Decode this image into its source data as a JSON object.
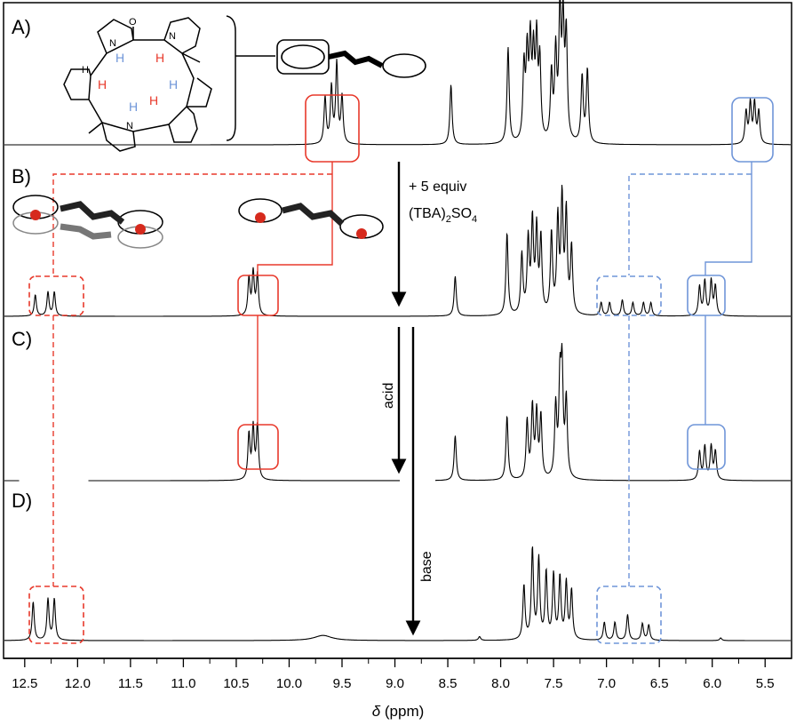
{
  "chart_data": {
    "type": "line",
    "x_axis": {
      "label_symbol": "δ",
      "label_unit": " (ppm)",
      "xlim": [
        12.7,
        5.25
      ],
      "reversed": true,
      "ticks": [
        "12.5",
        "12.0",
        "11.5",
        "11.0",
        "10.5",
        "10.0",
        "9.5",
        "9.0",
        "8.5",
        "8.0",
        "7.5",
        "7.0",
        "6.5",
        "6.0",
        "5.5"
      ],
      "tick_values": [
        12.5,
        12.0,
        11.5,
        11.0,
        10.5,
        10.0,
        9.5,
        9.0,
        8.5,
        8.0,
        7.5,
        7.0,
        6.5,
        6.0,
        5.5
      ]
    },
    "grid": false,
    "panels": [
      {
        "label": "A)",
        "peaks": [
          {
            "ppm": 9.66,
            "h": 0.35
          },
          {
            "ppm": 9.6,
            "h": 0.42
          },
          {
            "ppm": 9.55,
            "h": 0.6
          },
          {
            "ppm": 9.5,
            "h": 0.35
          },
          {
            "ppm": 8.47,
            "h": 0.45
          },
          {
            "ppm": 7.93,
            "h": 0.72
          },
          {
            "ppm": 7.78,
            "h": 0.55
          },
          {
            "ppm": 7.75,
            "h": 0.62
          },
          {
            "ppm": 7.72,
            "h": 0.7
          },
          {
            "ppm": 7.69,
            "h": 0.6
          },
          {
            "ppm": 7.66,
            "h": 0.72
          },
          {
            "ppm": 7.63,
            "h": 0.58
          },
          {
            "ppm": 7.52,
            "h": 0.5
          },
          {
            "ppm": 7.48,
            "h": 0.65
          },
          {
            "ppm": 7.44,
            "h": 0.95
          },
          {
            "ppm": 7.41,
            "h": 0.85
          },
          {
            "ppm": 7.38,
            "h": 0.78
          },
          {
            "ppm": 7.23,
            "h": 0.5
          },
          {
            "ppm": 7.18,
            "h": 0.55
          },
          {
            "ppm": 5.68,
            "h": 0.24
          },
          {
            "ppm": 5.64,
            "h": 0.3
          },
          {
            "ppm": 5.6,
            "h": 0.3
          },
          {
            "ppm": 5.56,
            "h": 0.24
          }
        ]
      },
      {
        "label": "B)",
        "annotation_line1": "+ 5 equiv",
        "annotation_line2_prefix": "(TBA)",
        "annotation_sub1": "2",
        "annotation_mid": "SO",
        "annotation_sub2": "4",
        "peaks": [
          {
            "ppm": 12.4,
            "h": 0.16
          },
          {
            "ppm": 12.28,
            "h": 0.18
          },
          {
            "ppm": 12.22,
            "h": 0.18
          },
          {
            "ppm": 10.38,
            "h": 0.28
          },
          {
            "ppm": 10.34,
            "h": 0.32
          },
          {
            "ppm": 10.3,
            "h": 0.3
          },
          {
            "ppm": 8.43,
            "h": 0.3
          },
          {
            "ppm": 7.94,
            "h": 0.62
          },
          {
            "ppm": 7.8,
            "h": 0.45
          },
          {
            "ppm": 7.74,
            "h": 0.55
          },
          {
            "ppm": 7.7,
            "h": 0.68
          },
          {
            "ppm": 7.66,
            "h": 0.62
          },
          {
            "ppm": 7.62,
            "h": 0.56
          },
          {
            "ppm": 7.52,
            "h": 0.6
          },
          {
            "ppm": 7.46,
            "h": 0.7
          },
          {
            "ppm": 7.42,
            "h": 0.85
          },
          {
            "ppm": 7.38,
            "h": 0.75
          },
          {
            "ppm": 7.33,
            "h": 0.5
          },
          {
            "ppm": 7.05,
            "h": 0.1
          },
          {
            "ppm": 6.97,
            "h": 0.1
          },
          {
            "ppm": 6.85,
            "h": 0.12
          },
          {
            "ppm": 6.75,
            "h": 0.1
          },
          {
            "ppm": 6.65,
            "h": 0.1
          },
          {
            "ppm": 6.58,
            "h": 0.1
          },
          {
            "ppm": 6.12,
            "h": 0.22
          },
          {
            "ppm": 6.07,
            "h": 0.26
          },
          {
            "ppm": 6.01,
            "h": 0.26
          },
          {
            "ppm": 5.97,
            "h": 0.22
          }
        ]
      },
      {
        "label": "C)",
        "annotation": "acid",
        "peaks": [
          {
            "ppm": 10.38,
            "h": 0.35
          },
          {
            "ppm": 10.34,
            "h": 0.4
          },
          {
            "ppm": 10.3,
            "h": 0.42
          },
          {
            "ppm": 8.43,
            "h": 0.35
          },
          {
            "ppm": 7.94,
            "h": 0.5
          },
          {
            "ppm": 7.75,
            "h": 0.45
          },
          {
            "ppm": 7.7,
            "h": 0.55
          },
          {
            "ppm": 7.66,
            "h": 0.5
          },
          {
            "ppm": 7.62,
            "h": 0.48
          },
          {
            "ppm": 7.48,
            "h": 0.55
          },
          {
            "ppm": 7.44,
            "h": 0.7
          },
          {
            "ppm": 7.42,
            "h": 0.8
          },
          {
            "ppm": 7.38,
            "h": 0.6
          },
          {
            "ppm": 6.12,
            "h": 0.22
          },
          {
            "ppm": 6.07,
            "h": 0.26
          },
          {
            "ppm": 6.01,
            "h": 0.26
          },
          {
            "ppm": 5.97,
            "h": 0.22
          }
        ]
      },
      {
        "label": "D)",
        "annotation": "base",
        "peaks": [
          {
            "ppm": 12.42,
            "h": 0.3
          },
          {
            "ppm": 12.28,
            "h": 0.32
          },
          {
            "ppm": 12.22,
            "h": 0.32
          },
          {
            "ppm": 9.68,
            "h": 0.04,
            "w": 0.1
          },
          {
            "ppm": 8.2,
            "h": 0.03
          },
          {
            "ppm": 7.78,
            "h": 0.42
          },
          {
            "ppm": 7.7,
            "h": 0.7
          },
          {
            "ppm": 7.64,
            "h": 0.62
          },
          {
            "ppm": 7.57,
            "h": 0.52
          },
          {
            "ppm": 7.5,
            "h": 0.5
          },
          {
            "ppm": 7.44,
            "h": 0.48
          },
          {
            "ppm": 7.38,
            "h": 0.44
          },
          {
            "ppm": 7.33,
            "h": 0.38
          },
          {
            "ppm": 7.02,
            "h": 0.14
          },
          {
            "ppm": 6.92,
            "h": 0.14
          },
          {
            "ppm": 6.8,
            "h": 0.2
          },
          {
            "ppm": 6.66,
            "h": 0.13
          },
          {
            "ppm": 6.6,
            "h": 0.12
          },
          {
            "ppm": 5.92,
            "h": 0.02
          }
        ]
      }
    ]
  },
  "highlight_colors": {
    "red": "#e8392b",
    "blue": "#6f95d8"
  },
  "hydrogen_label": "H",
  "molecule_atoms": {
    "oxygen": "O",
    "nitrogen": "N",
    "amide_nitrogen": "N",
    "nh": "H"
  }
}
